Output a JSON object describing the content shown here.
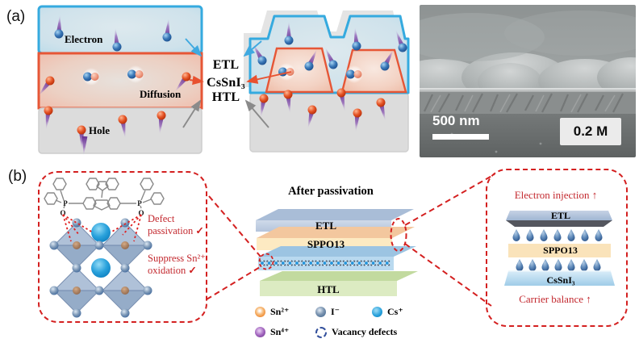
{
  "figure": {
    "panel_a": {
      "tag": "(a)",
      "left_schematic": {
        "electron_label": "Electron",
        "diffusion_label": "Diffusion",
        "hole_label": "Hole"
      },
      "stack_labels": {
        "etl": "ETL",
        "absorber": "CsSnI₃",
        "htl": "HTL"
      },
      "sem": {
        "scale_bar": "500 nm",
        "concentration": "0.2 M"
      }
    },
    "panel_b": {
      "tag": "(b)",
      "left_callout": {
        "p_label": "P",
        "o_label": "O",
        "notes": [
          {
            "line1": "Defect",
            "line2": "passivation",
            "mark": "✓"
          },
          {
            "line1": "Suppress Sn²⁺",
            "line2": "oxidation",
            "mark": "✓"
          }
        ]
      },
      "center": {
        "title": "After passivation",
        "layers": {
          "etl": "ETL",
          "sppo13": "SPPO13",
          "htl": "HTL"
        }
      },
      "legend": [
        {
          "label": "Sn²⁺",
          "color": "#ee8326"
        },
        {
          "label": "I⁻",
          "color": "#4a6d94"
        },
        {
          "label": "Cs⁺",
          "color": "#0f93d2"
        },
        {
          "label": "Sn⁴⁺",
          "color": "#8a4fa8"
        },
        {
          "label": "Vacancy defects",
          "color": "#33509c",
          "style": "dashed-outline"
        }
      ],
      "right_callout": {
        "top_note": {
          "text": "Electron injection",
          "arrow": "↑"
        },
        "layers": {
          "etl": "ETL",
          "sppo13": "SPPO13",
          "absorber": "CsSnI₃"
        },
        "bottom_note": {
          "text": "Carrier balance",
          "arrow": "↑"
        }
      }
    },
    "colors": {
      "accent_dashed_red": "#d42020",
      "note_text_red": "#c3282e",
      "etl_border_blue": "#35aadf",
      "absorber_border_red": "#e65636",
      "etl_plank_blue": "#a9bdd7",
      "sppo13_plank_peach": "#fae3ba",
      "perovskite_plank_blue": "#b9d9ef",
      "htl_plank_green": "#dcebc2"
    }
  }
}
